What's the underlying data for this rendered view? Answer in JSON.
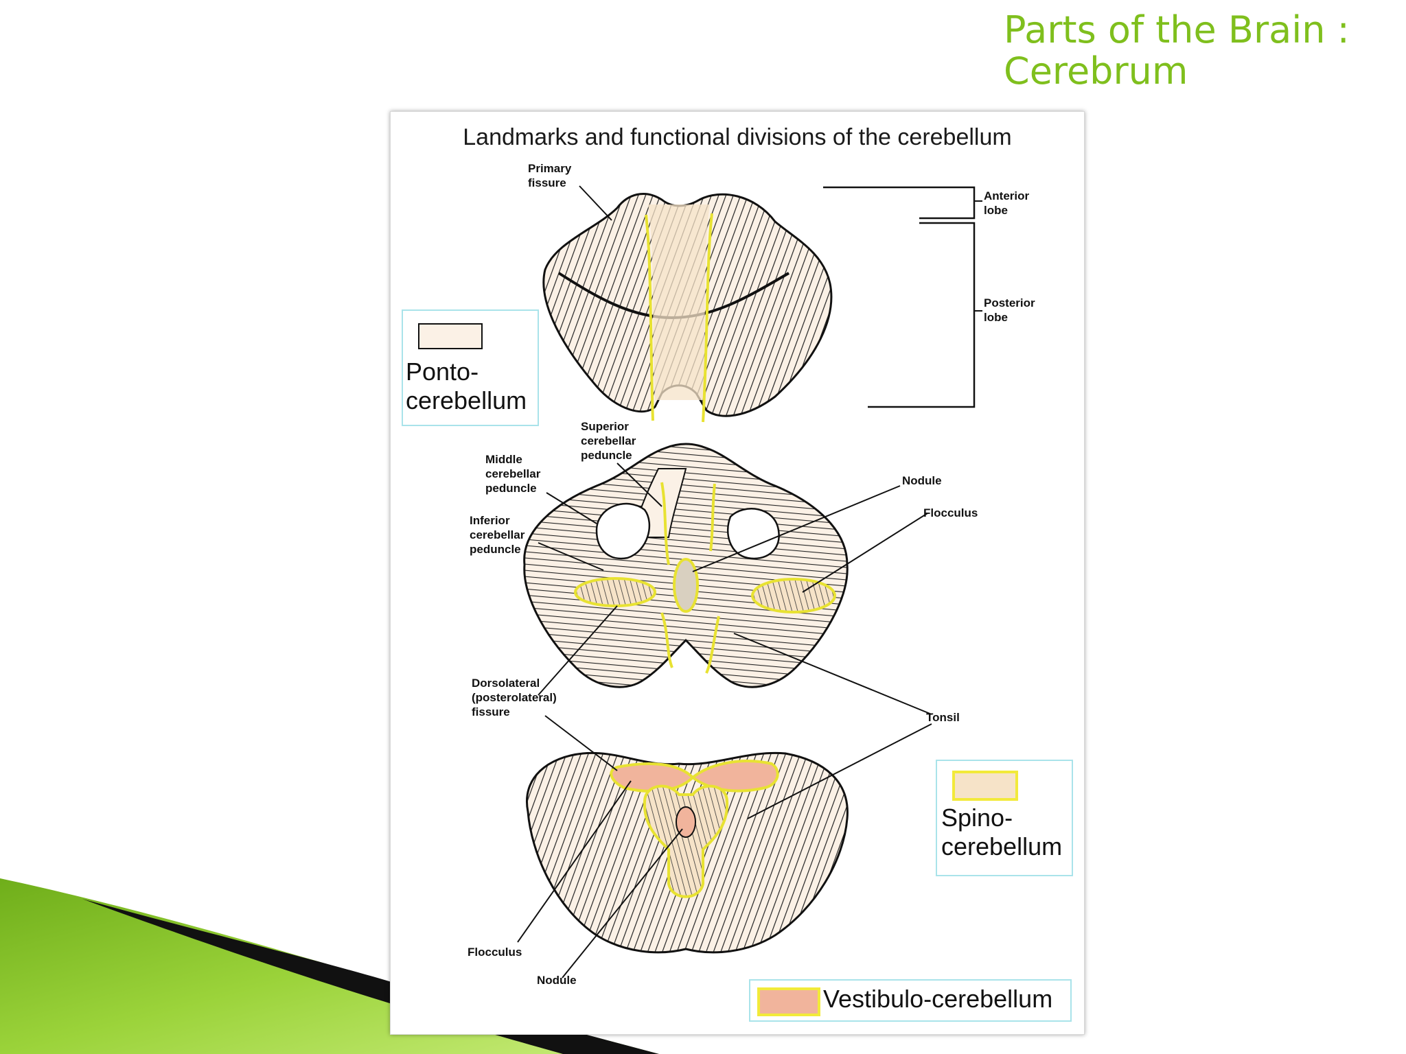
{
  "slide": {
    "title_line1": "Parts of the Brain :",
    "title_line2": "Cerebrum",
    "title_color": "#7fbf1d",
    "accent_green": "#8cc63f",
    "accent_dark": "#111111"
  },
  "figure": {
    "title": "Landmarks and functional divisions of the cerebellum",
    "labels": {
      "primary_fissure": "Primary\nfissure",
      "anterior_lobe": "Anterior\nlobe",
      "posterior_lobe": "Posterior\nlobe",
      "superior_peduncle": "Superior\ncerebellar\npeduncle",
      "middle_peduncle": "Middle\ncerebellar\npeduncle",
      "inferior_peduncle": "Inferior\ncerebellar\npeduncle",
      "nodule_top": "Nodule",
      "flocculus_top": "Flocculus",
      "dorsolateral_fissure": "Dorsolateral\n(posterolateral)\nfissure",
      "tonsil": "Tonsil",
      "flocculus_bottom": "Flocculus",
      "nodule_bottom": "Nodule"
    },
    "legend": {
      "ponto": "Ponto-\ncerebellum",
      "spino": "Spino-\ncerebellum",
      "vestibulo": "Vestibulo-cerebellum",
      "ponto_color": "#fbf1e6",
      "spino_color": "#f6e3c8",
      "spino_border": "#f2ea3a",
      "vestibulo_color": "#f1b49c",
      "legend_border": "#a9e3ea"
    }
  }
}
